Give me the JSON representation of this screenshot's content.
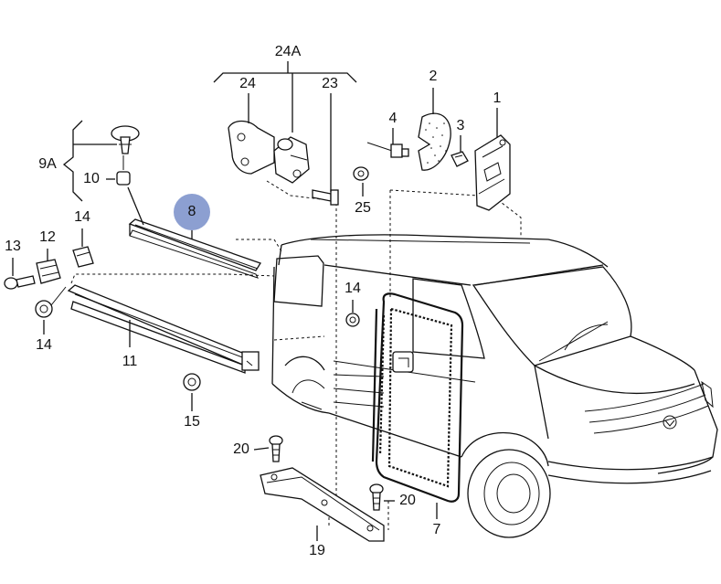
{
  "diagram": {
    "accent_color": "#8c9fd1",
    "highlighted_callout": "8",
    "callouts": [
      {
        "id": "c1",
        "text": "1"
      },
      {
        "id": "c2",
        "text": "2"
      },
      {
        "id": "c3",
        "text": "3"
      },
      {
        "id": "c4",
        "text": "4"
      },
      {
        "id": "c7",
        "text": "7"
      },
      {
        "id": "c8",
        "text": "8"
      },
      {
        "id": "c9a",
        "text": "9A"
      },
      {
        "id": "c10",
        "text": "10"
      },
      {
        "id": "c11",
        "text": "11"
      },
      {
        "id": "c12",
        "text": "12"
      },
      {
        "id": "c13",
        "text": "13"
      },
      {
        "id": "c14a",
        "text": "14"
      },
      {
        "id": "c14b",
        "text": "14"
      },
      {
        "id": "c14c",
        "text": "14"
      },
      {
        "id": "c15",
        "text": "15"
      },
      {
        "id": "c19",
        "text": "19"
      },
      {
        "id": "c20a",
        "text": "20"
      },
      {
        "id": "c20b",
        "text": "20"
      },
      {
        "id": "c23",
        "text": "23"
      },
      {
        "id": "c24",
        "text": "24"
      },
      {
        "id": "c24a",
        "text": "24A"
      },
      {
        "id": "c25",
        "text": "25"
      }
    ]
  }
}
